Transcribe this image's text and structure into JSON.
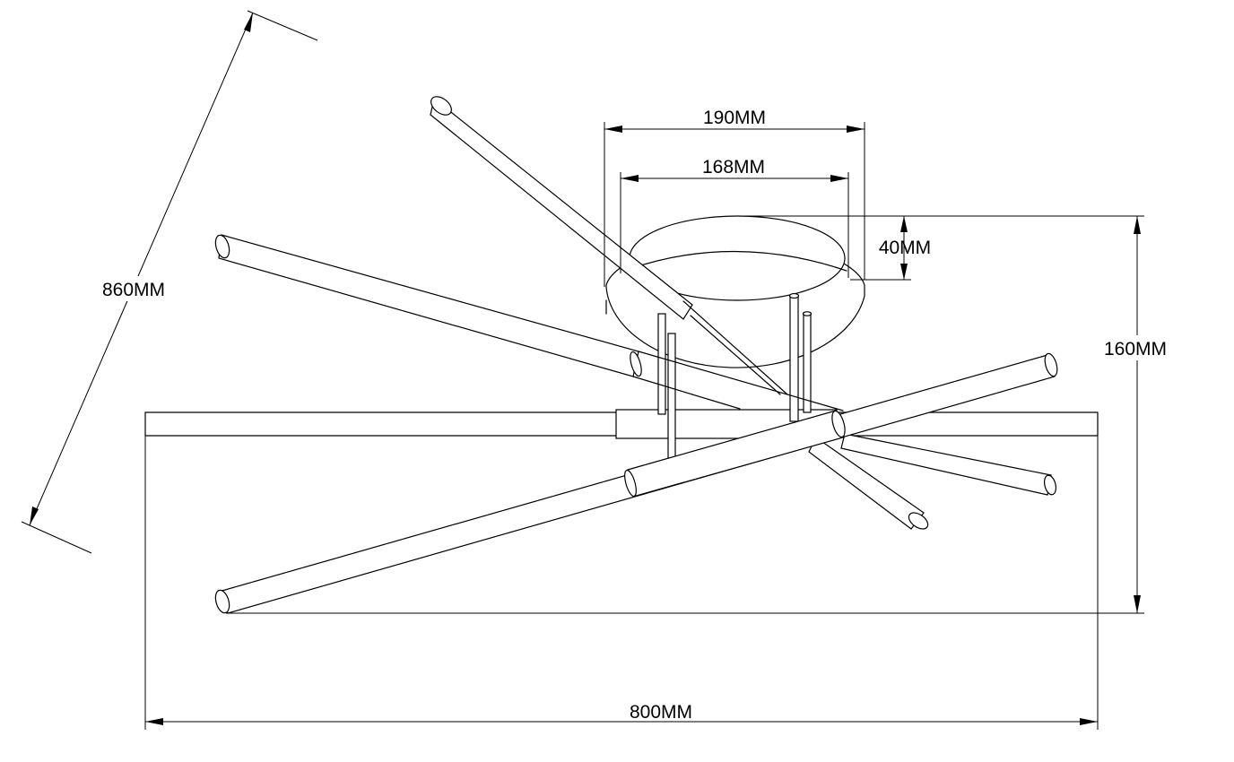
{
  "dimensions": {
    "diagonal": "860MM",
    "width_outer_disc": "190MM",
    "width_inner_disc": "168MM",
    "disc_height": "40MM",
    "total_height": "160MM",
    "total_width": "800MM"
  }
}
